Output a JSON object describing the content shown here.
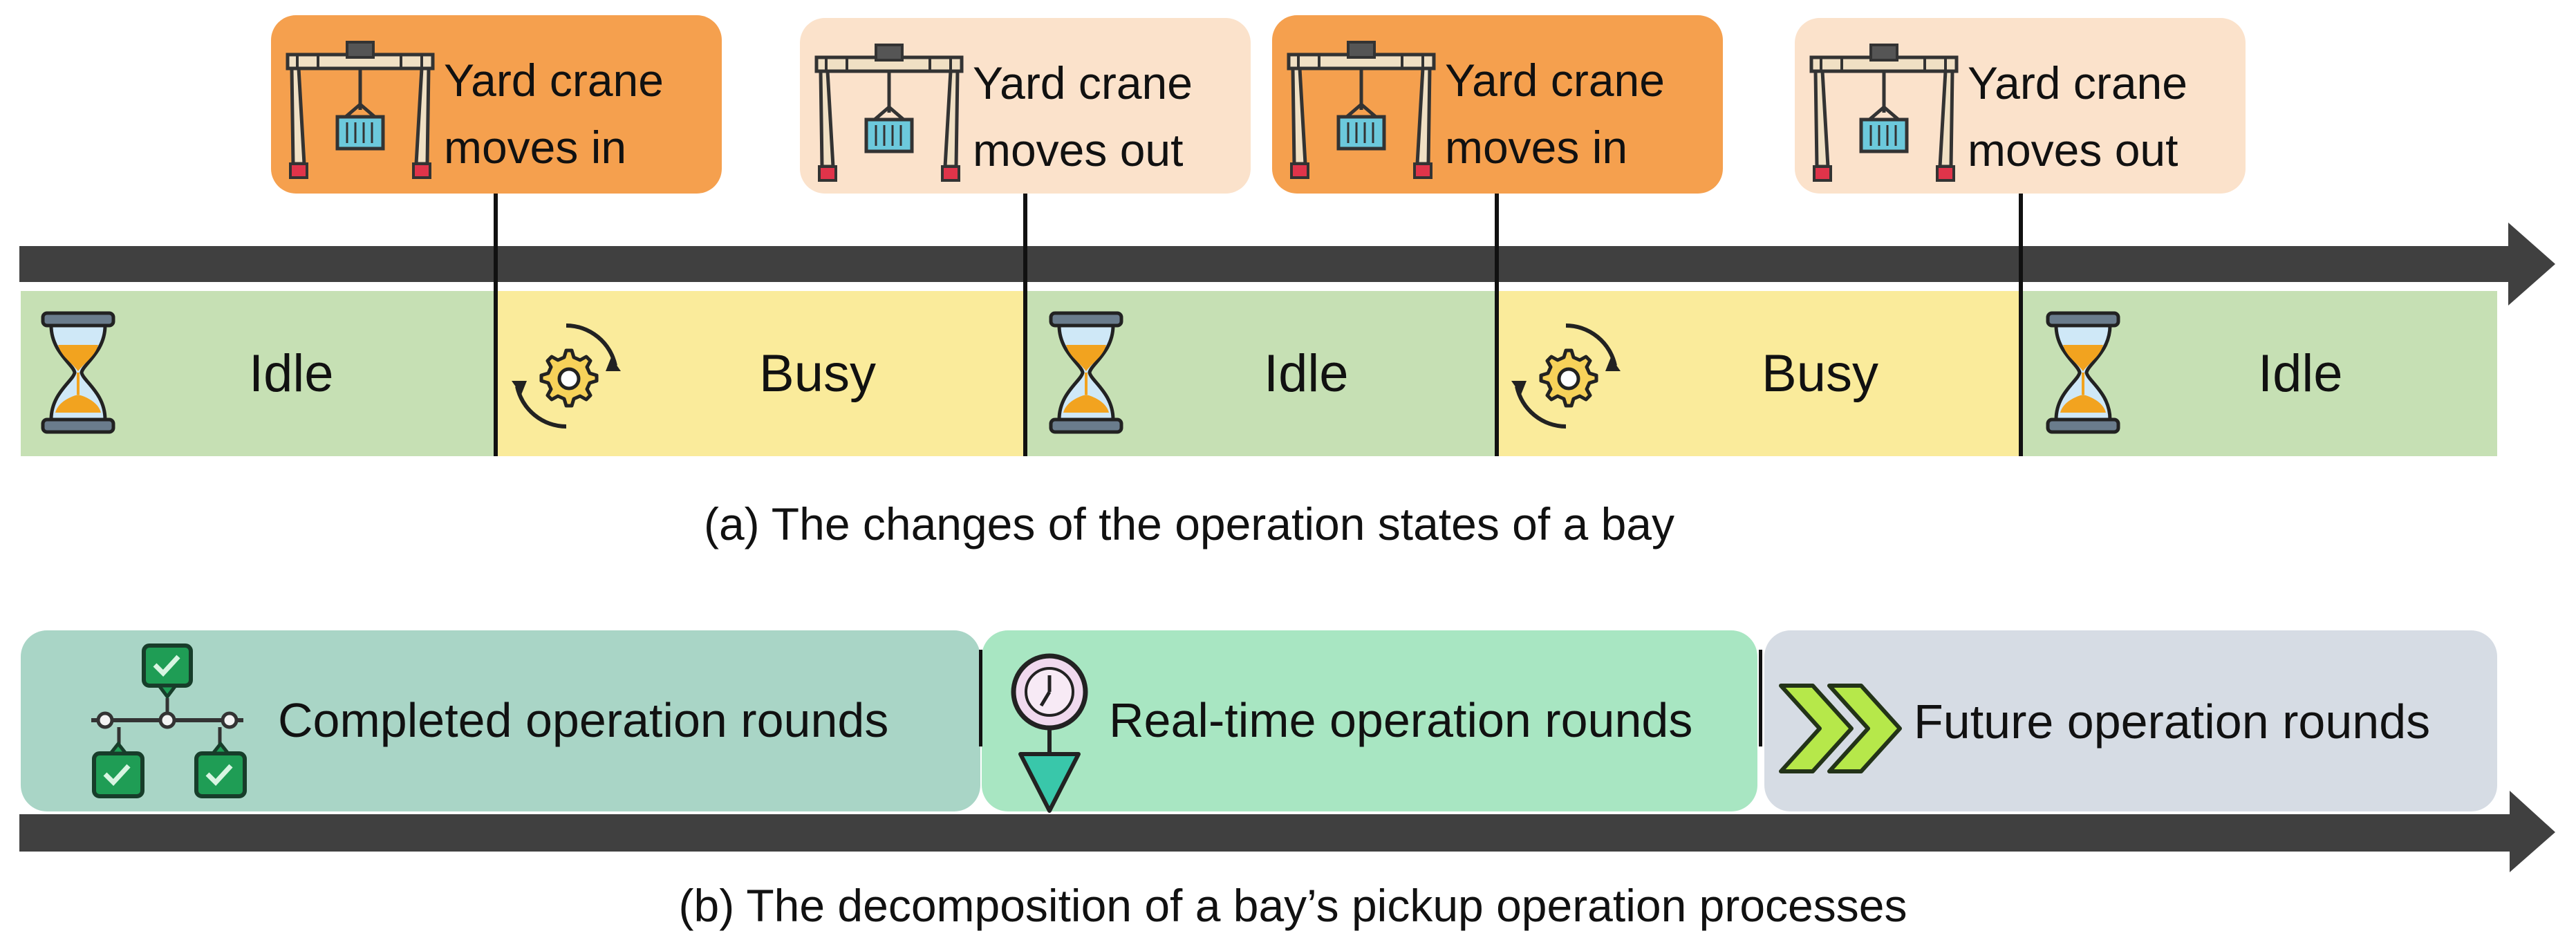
{
  "events": [
    {
      "kind": "in",
      "line1": "Yard crane",
      "line2": "moves in",
      "icon": "yard-crane-icon"
    },
    {
      "kind": "out",
      "line1": "Yard crane",
      "line2": "moves out",
      "icon": "yard-crane-icon"
    },
    {
      "kind": "in",
      "line1": "Yard crane",
      "line2": "moves in",
      "icon": "yard-crane-icon"
    },
    {
      "kind": "out",
      "line1": "Yard crane",
      "line2": "moves out",
      "icon": "yard-crane-icon"
    }
  ],
  "states": [
    {
      "label": "Idle",
      "icon": "hourglass-icon"
    },
    {
      "label": "Busy",
      "icon": "gear-cycle-icon"
    },
    {
      "label": "Idle",
      "icon": "hourglass-icon"
    },
    {
      "label": "Busy",
      "icon": "gear-cycle-icon"
    },
    {
      "label": "Idle",
      "icon": "hourglass-icon"
    }
  ],
  "caption_a": "(a) The changes of the operation states of a bay",
  "rounds": [
    {
      "label": "Completed operation rounds",
      "icon": "completed-flow-icon",
      "color": "#a9d5c6"
    },
    {
      "label": "Real-time operation rounds",
      "icon": "clock-pin-icon",
      "color": "#a8e6c2"
    },
    {
      "label": "Future operation rounds",
      "icon": "double-chevron-icon",
      "color": "#d6dce4"
    }
  ],
  "caption_b": "(b) The decomposition of a bay’s pickup operation processes",
  "colors": {
    "crane_in": "#f5a04e",
    "crane_out": "#fbe2cb",
    "idle": "#c6e0b4",
    "busy": "#faeb9b",
    "timeline": "#404040"
  }
}
